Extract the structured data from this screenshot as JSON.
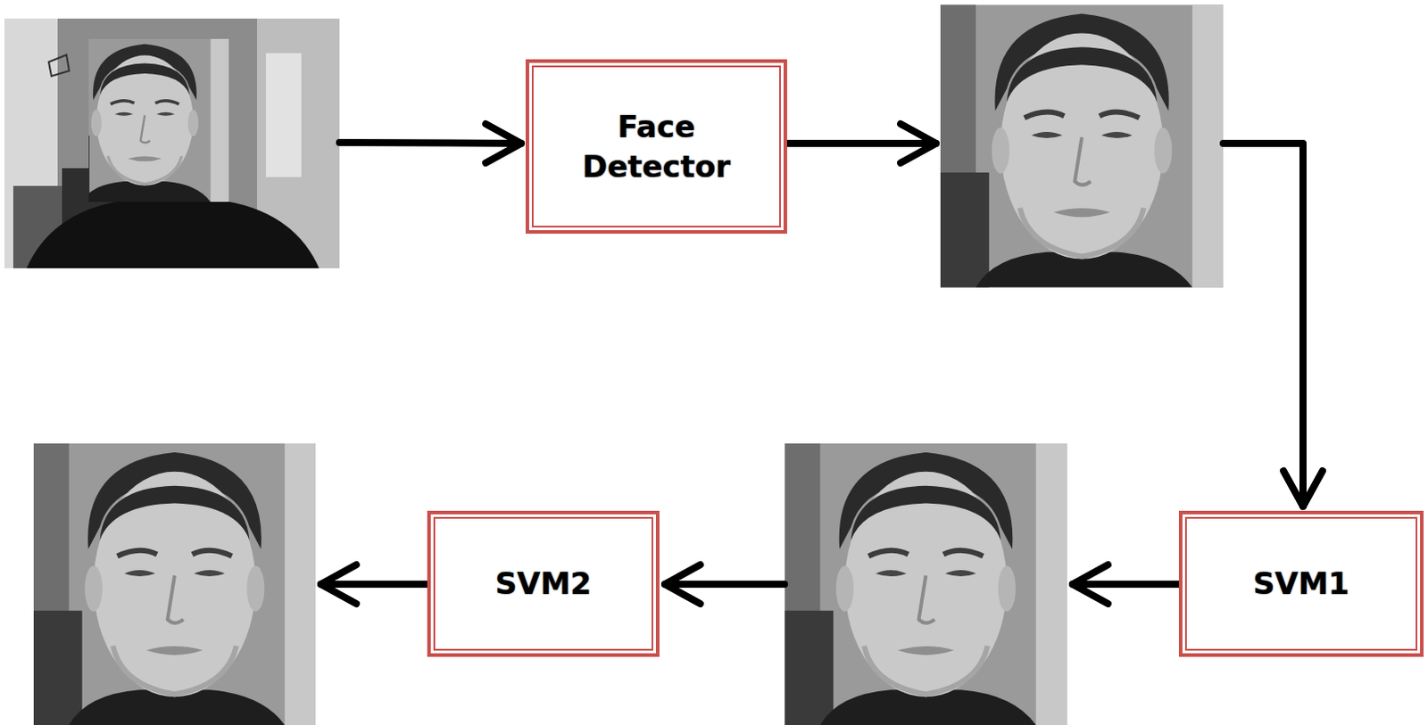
{
  "diagram": {
    "nodes": [
      {
        "text": [
          "Face Detector"
        ]
      },
      {
        "text": [
          "SVM1"
        ]
      },
      {
        "text": [
          "SVM2"
        ]
      }
    ]
  }
}
